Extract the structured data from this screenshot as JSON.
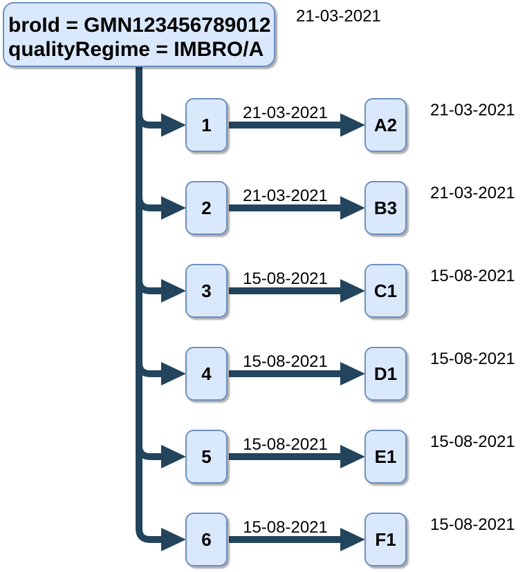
{
  "diagram": {
    "root": {
      "line1": "broId = GMN123456789012",
      "line2": "qualityRegime = IMBRO/A",
      "date": "21-03-2021"
    },
    "rows": [
      {
        "source": "1",
        "edge_date": "21-03-2021",
        "target": "A2",
        "target_date": "21-03-2021"
      },
      {
        "source": "2",
        "edge_date": "21-03-2021",
        "target": "B3",
        "target_date": "21-03-2021"
      },
      {
        "source": "3",
        "edge_date": "15-08-2021",
        "target": "C1",
        "target_date": "15-08-2021"
      },
      {
        "source": "4",
        "edge_date": "15-08-2021",
        "target": "D1",
        "target_date": "15-08-2021"
      },
      {
        "source": "5",
        "edge_date": "15-08-2021",
        "target": "E1",
        "target_date": "15-08-2021"
      },
      {
        "source": "6",
        "edge_date": "15-08-2021",
        "target": "F1",
        "target_date": "15-08-2021"
      }
    ],
    "colors": {
      "node_fill": "#dae8fc",
      "node_border": "#6c8ebf",
      "connector": "#23445d",
      "text": "#000000"
    }
  }
}
